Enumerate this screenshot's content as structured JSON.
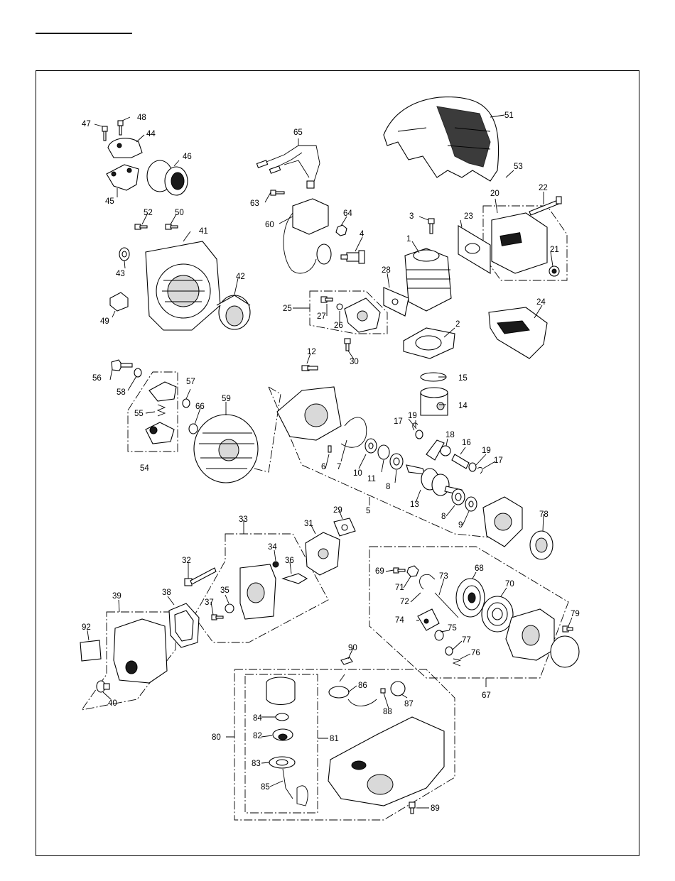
{
  "diagram": {
    "callouts": [
      {
        "id": "c1",
        "text": "1"
      },
      {
        "id": "c2",
        "text": "2"
      },
      {
        "id": "c3",
        "text": "3"
      },
      {
        "id": "c4",
        "text": "4"
      },
      {
        "id": "c5",
        "text": "5"
      },
      {
        "id": "c6",
        "text": "6"
      },
      {
        "id": "c7",
        "text": "7"
      },
      {
        "id": "c8a",
        "text": "8"
      },
      {
        "id": "c8b",
        "text": "8"
      },
      {
        "id": "c9",
        "text": "9"
      },
      {
        "id": "c10",
        "text": "10"
      },
      {
        "id": "c11",
        "text": "11"
      },
      {
        "id": "c12",
        "text": "12"
      },
      {
        "id": "c13",
        "text": "13"
      },
      {
        "id": "c14",
        "text": "14"
      },
      {
        "id": "c15",
        "text": "15"
      },
      {
        "id": "c16",
        "text": "16"
      },
      {
        "id": "c17a",
        "text": "17"
      },
      {
        "id": "c17b",
        "text": "17"
      },
      {
        "id": "c18",
        "text": "18"
      },
      {
        "id": "c19a",
        "text": "19"
      },
      {
        "id": "c19b",
        "text": "19"
      },
      {
        "id": "c20",
        "text": "20"
      },
      {
        "id": "c21",
        "text": "21"
      },
      {
        "id": "c22",
        "text": "22"
      },
      {
        "id": "c23",
        "text": "23"
      },
      {
        "id": "c24",
        "text": "24"
      },
      {
        "id": "c25",
        "text": "25"
      },
      {
        "id": "c26",
        "text": "26"
      },
      {
        "id": "c27",
        "text": "27"
      },
      {
        "id": "c28",
        "text": "28"
      },
      {
        "id": "c29",
        "text": "29"
      },
      {
        "id": "c30",
        "text": "30"
      },
      {
        "id": "c31",
        "text": "31"
      },
      {
        "id": "c32",
        "text": "32"
      },
      {
        "id": "c33",
        "text": "33"
      },
      {
        "id": "c34",
        "text": "34"
      },
      {
        "id": "c35",
        "text": "35"
      },
      {
        "id": "c36",
        "text": "36"
      },
      {
        "id": "c37",
        "text": "37"
      },
      {
        "id": "c38",
        "text": "38"
      },
      {
        "id": "c39",
        "text": "39"
      },
      {
        "id": "c40",
        "text": "40"
      },
      {
        "id": "c41",
        "text": "41"
      },
      {
        "id": "c42",
        "text": "42"
      },
      {
        "id": "c43",
        "text": "43"
      },
      {
        "id": "c44",
        "text": "44"
      },
      {
        "id": "c45",
        "text": "45"
      },
      {
        "id": "c46",
        "text": "46"
      },
      {
        "id": "c47",
        "text": "47"
      },
      {
        "id": "c48",
        "text": "48"
      },
      {
        "id": "c49",
        "text": "49"
      },
      {
        "id": "c50",
        "text": "50"
      },
      {
        "id": "c51",
        "text": "51"
      },
      {
        "id": "c52",
        "text": "52"
      },
      {
        "id": "c53",
        "text": "53"
      },
      {
        "id": "c54",
        "text": "54"
      },
      {
        "id": "c55",
        "text": "55"
      },
      {
        "id": "c56",
        "text": "56"
      },
      {
        "id": "c57",
        "text": "57"
      },
      {
        "id": "c58",
        "text": "58"
      },
      {
        "id": "c59",
        "text": "59"
      },
      {
        "id": "c60",
        "text": "60"
      },
      {
        "id": "c63",
        "text": "63"
      },
      {
        "id": "c64",
        "text": "64"
      },
      {
        "id": "c65",
        "text": "65"
      },
      {
        "id": "c66",
        "text": "66"
      },
      {
        "id": "c67",
        "text": "67"
      },
      {
        "id": "c68",
        "text": "68"
      },
      {
        "id": "c69",
        "text": "69"
      },
      {
        "id": "c70",
        "text": "70"
      },
      {
        "id": "c71",
        "text": "71"
      },
      {
        "id": "c72",
        "text": "72"
      },
      {
        "id": "c73",
        "text": "73"
      },
      {
        "id": "c74",
        "text": "74"
      },
      {
        "id": "c75",
        "text": "75"
      },
      {
        "id": "c76",
        "text": "76"
      },
      {
        "id": "c77",
        "text": "77"
      },
      {
        "id": "c78",
        "text": "78"
      },
      {
        "id": "c79",
        "text": "79"
      },
      {
        "id": "c80",
        "text": "80"
      },
      {
        "id": "c81",
        "text": "81"
      },
      {
        "id": "c82",
        "text": "82"
      },
      {
        "id": "c83",
        "text": "83"
      },
      {
        "id": "c84",
        "text": "84"
      },
      {
        "id": "c85",
        "text": "85"
      },
      {
        "id": "c86",
        "text": "86"
      },
      {
        "id": "c87",
        "text": "87"
      },
      {
        "id": "c88",
        "text": "88"
      },
      {
        "id": "c89",
        "text": "89"
      },
      {
        "id": "c90",
        "text": "90"
      },
      {
        "id": "c92",
        "text": "92"
      }
    ]
  }
}
